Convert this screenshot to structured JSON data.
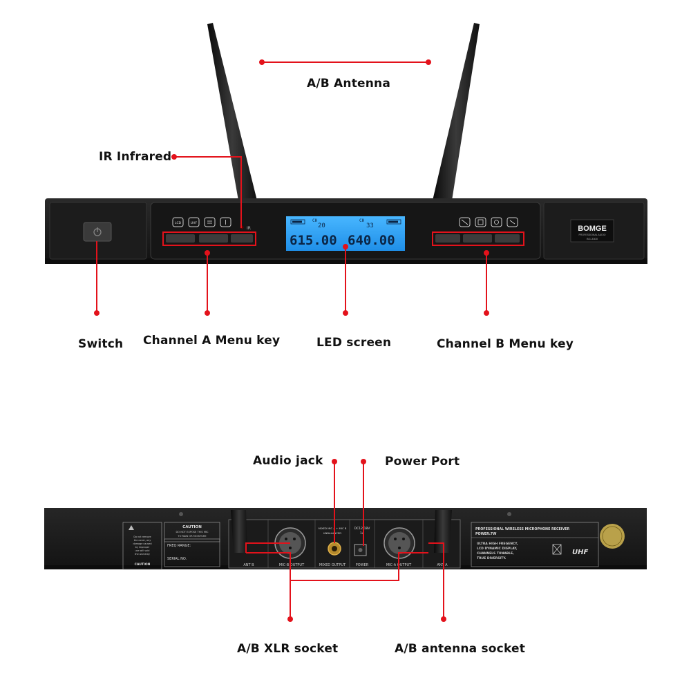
{
  "front": {
    "brand": "BOMGE",
    "brand_sub": "PROFESSIONAL AUDIO",
    "model": "BG-3300",
    "lcd": {
      "ch_a_label": "CH",
      "ch_a_num": "20",
      "ch_b_label": "CH",
      "ch_b_num": "33",
      "freq_a": "615.00",
      "freq_b": "640.00"
    },
    "ir_label": "IR",
    "icons_a": [
      "LCD",
      "UHF",
      "menu",
      "signal"
    ],
    "icons_b": [
      "mute",
      "edit",
      "auto",
      "sync"
    ]
  },
  "rear": {
    "caution_title": "CAUTION",
    "caution_text": [
      "DO NOT EXPOSE THIS MIC",
      "TO RAIN OR MOISTURE"
    ],
    "warning_text": [
      "Do not remove",
      "the cover, any",
      "damage caused",
      "by improper",
      "use will void",
      "the warranty"
    ],
    "caution_footer": "CAUTION",
    "freq_range": "FREQ RANGE:",
    "serial_no": "SERIAL NO.",
    "jack_header": "MIXED MIC A + MIC B",
    "jack_sub": "UNBALANCED",
    "dc_label": "DC12-18V",
    "dc_amp": "1A",
    "sections": [
      "ANT B",
      "MIC-B OUTPUT",
      "MIXED OUTPUT",
      "POWER",
      "MIC-A OUTPUT",
      "ANT A"
    ],
    "spec_title": "PROFESSIONAL WIRELESS MICROPHONE RECEIVER",
    "spec_power": "POWER:7W",
    "spec_lines": [
      "ULTRA HIGH FREGENCY,",
      "LCD DYNAMIC DISPLAY,",
      "CHANNELS TUNABLE,",
      "TRUE DIVERSITY."
    ],
    "uhf": "UHF"
  },
  "callouts": {
    "antenna": "A/B Antenna",
    "ir": "IR Infrared",
    "switch": "Switch",
    "channel_a": "Channel A Menu key",
    "led": "LED screen",
    "channel_b": "Channel B Menu key",
    "audio_jack": "Audio jack",
    "power_port": "Power Port",
    "xlr": "A/B XLR socket",
    "antenna_socket": "A/B antenna socket"
  },
  "colors": {
    "callout": "#e3121b",
    "body": "#1a1a1a",
    "lcd_bg": "#2fa7ff",
    "lcd_text": "#0b2545"
  }
}
